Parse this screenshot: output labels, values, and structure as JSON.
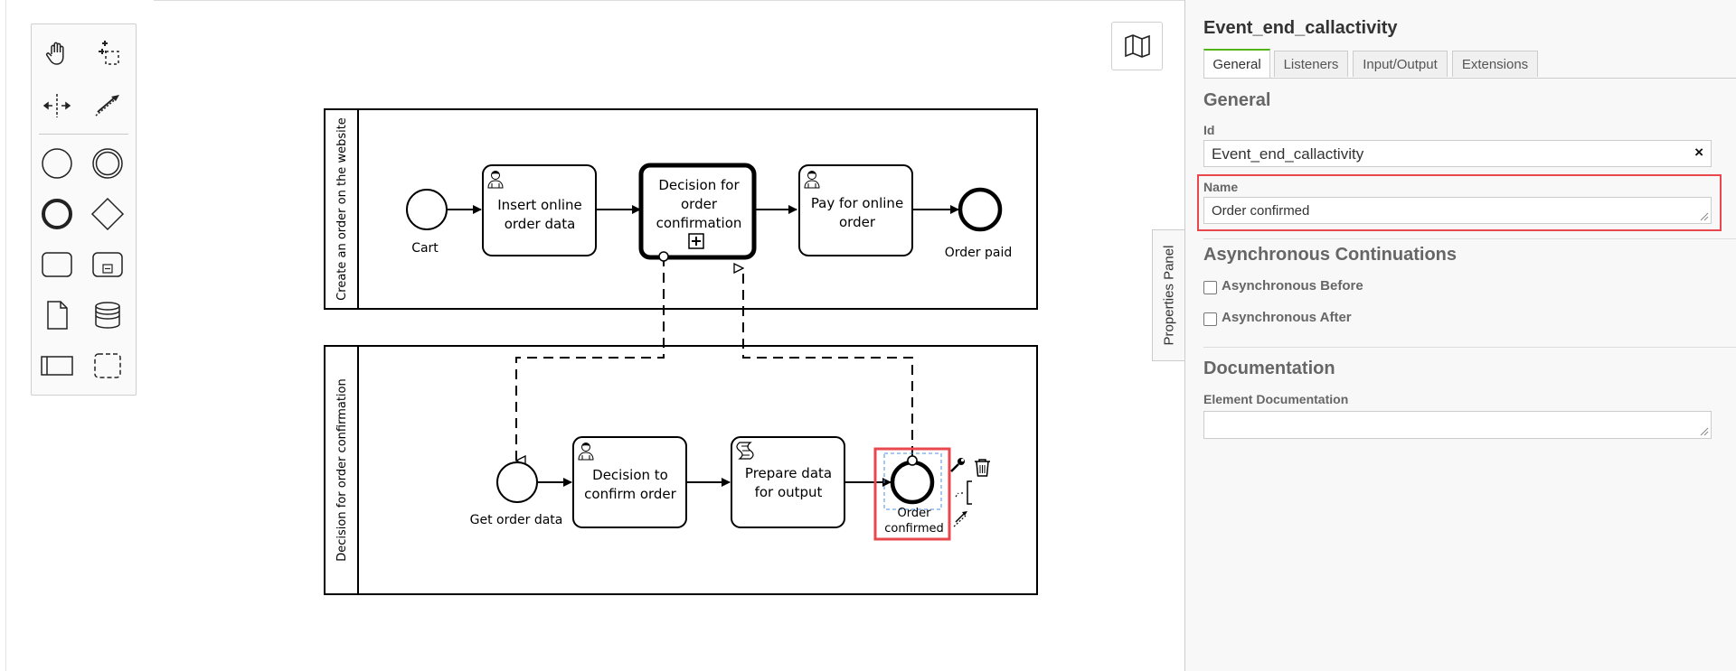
{
  "canvas": {
    "pools": [
      {
        "label": "Create an order on the website"
      },
      {
        "label": "Decision for order confirmation"
      }
    ],
    "elements": {
      "cart_label": "Cart",
      "insert_label_l1": "Insert online",
      "insert_label_l2": "order data",
      "decision_sub_l1": "Decision for",
      "decision_sub_l2": "order",
      "decision_sub_l3": "confirmation",
      "pay_l1": "Pay for online",
      "pay_l2": "order",
      "order_paid_label": "Order paid",
      "get_order_label": "Get order data",
      "decide_l1": "Decision to",
      "decide_l2": "confirm order",
      "prepare_l1": "Prepare data",
      "prepare_l2": "for output",
      "confirmed_l1": "Order",
      "confirmed_l2": "confirmed"
    },
    "palette": [
      "hand-tool-icon",
      "lasso-tool-icon",
      "space-tool-icon",
      "connect-tool-icon",
      "start-event-icon",
      "intermediate-event-icon",
      "end-event-icon",
      "gateway-icon",
      "task-icon",
      "subprocess-icon",
      "data-object-icon",
      "data-store-icon",
      "pool-icon",
      "group-icon"
    ],
    "minimap_icon": "map-icon"
  },
  "panel": {
    "toggle_label": "Properties Panel",
    "title": "Event_end_callactivity",
    "tabs": [
      "General",
      "Listeners",
      "Input/Output",
      "Extensions"
    ],
    "active_tab": "General",
    "general_header": "General",
    "id_label": "Id",
    "id_value": "Event_end_callactivity",
    "clear_symbol": "×",
    "name_label": "Name",
    "name_value": "Order confirmed",
    "async_header": "Asynchronous Continuations",
    "async_before": "Asynchronous Before",
    "async_after": "Asynchronous After",
    "doc_header": "Documentation",
    "doc_label": "Element Documentation",
    "doc_value": ""
  },
  "colors": {
    "highlight": "#e8484d",
    "accent": "#52b415",
    "selection": "#4a90e2"
  }
}
